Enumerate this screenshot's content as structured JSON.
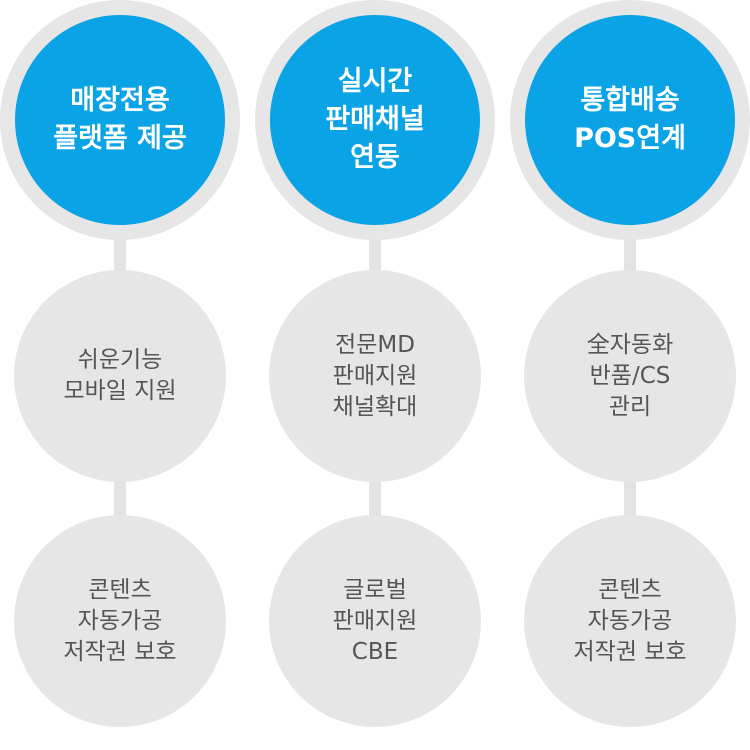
{
  "columns": [
    {
      "header": "매장전용\n플랫폼 제공",
      "items": [
        "쉬운기능\n모바일 지원",
        "콘텐츠\n자동가공\n저작권 보호"
      ]
    },
    {
      "header": "실시간\n판매채널\n연동",
      "items": [
        "전문MD\n판매지원\n채널확대",
        "글로벌\n판매지원\nCBE"
      ]
    },
    {
      "header": "통합배송\nPOS연계",
      "items": [
        "全자동화\n반품/CS\n관리",
        "콘텐츠\n자동가공\n저작권 보호"
      ]
    }
  ],
  "colors": {
    "header_fill": "#0aa3e6",
    "header_ring": "#e6e6e6",
    "sub_fill": "#e6e6e6",
    "connector": "#e3e3e3",
    "header_text": "#ffffff",
    "sub_text": "#555555"
  }
}
